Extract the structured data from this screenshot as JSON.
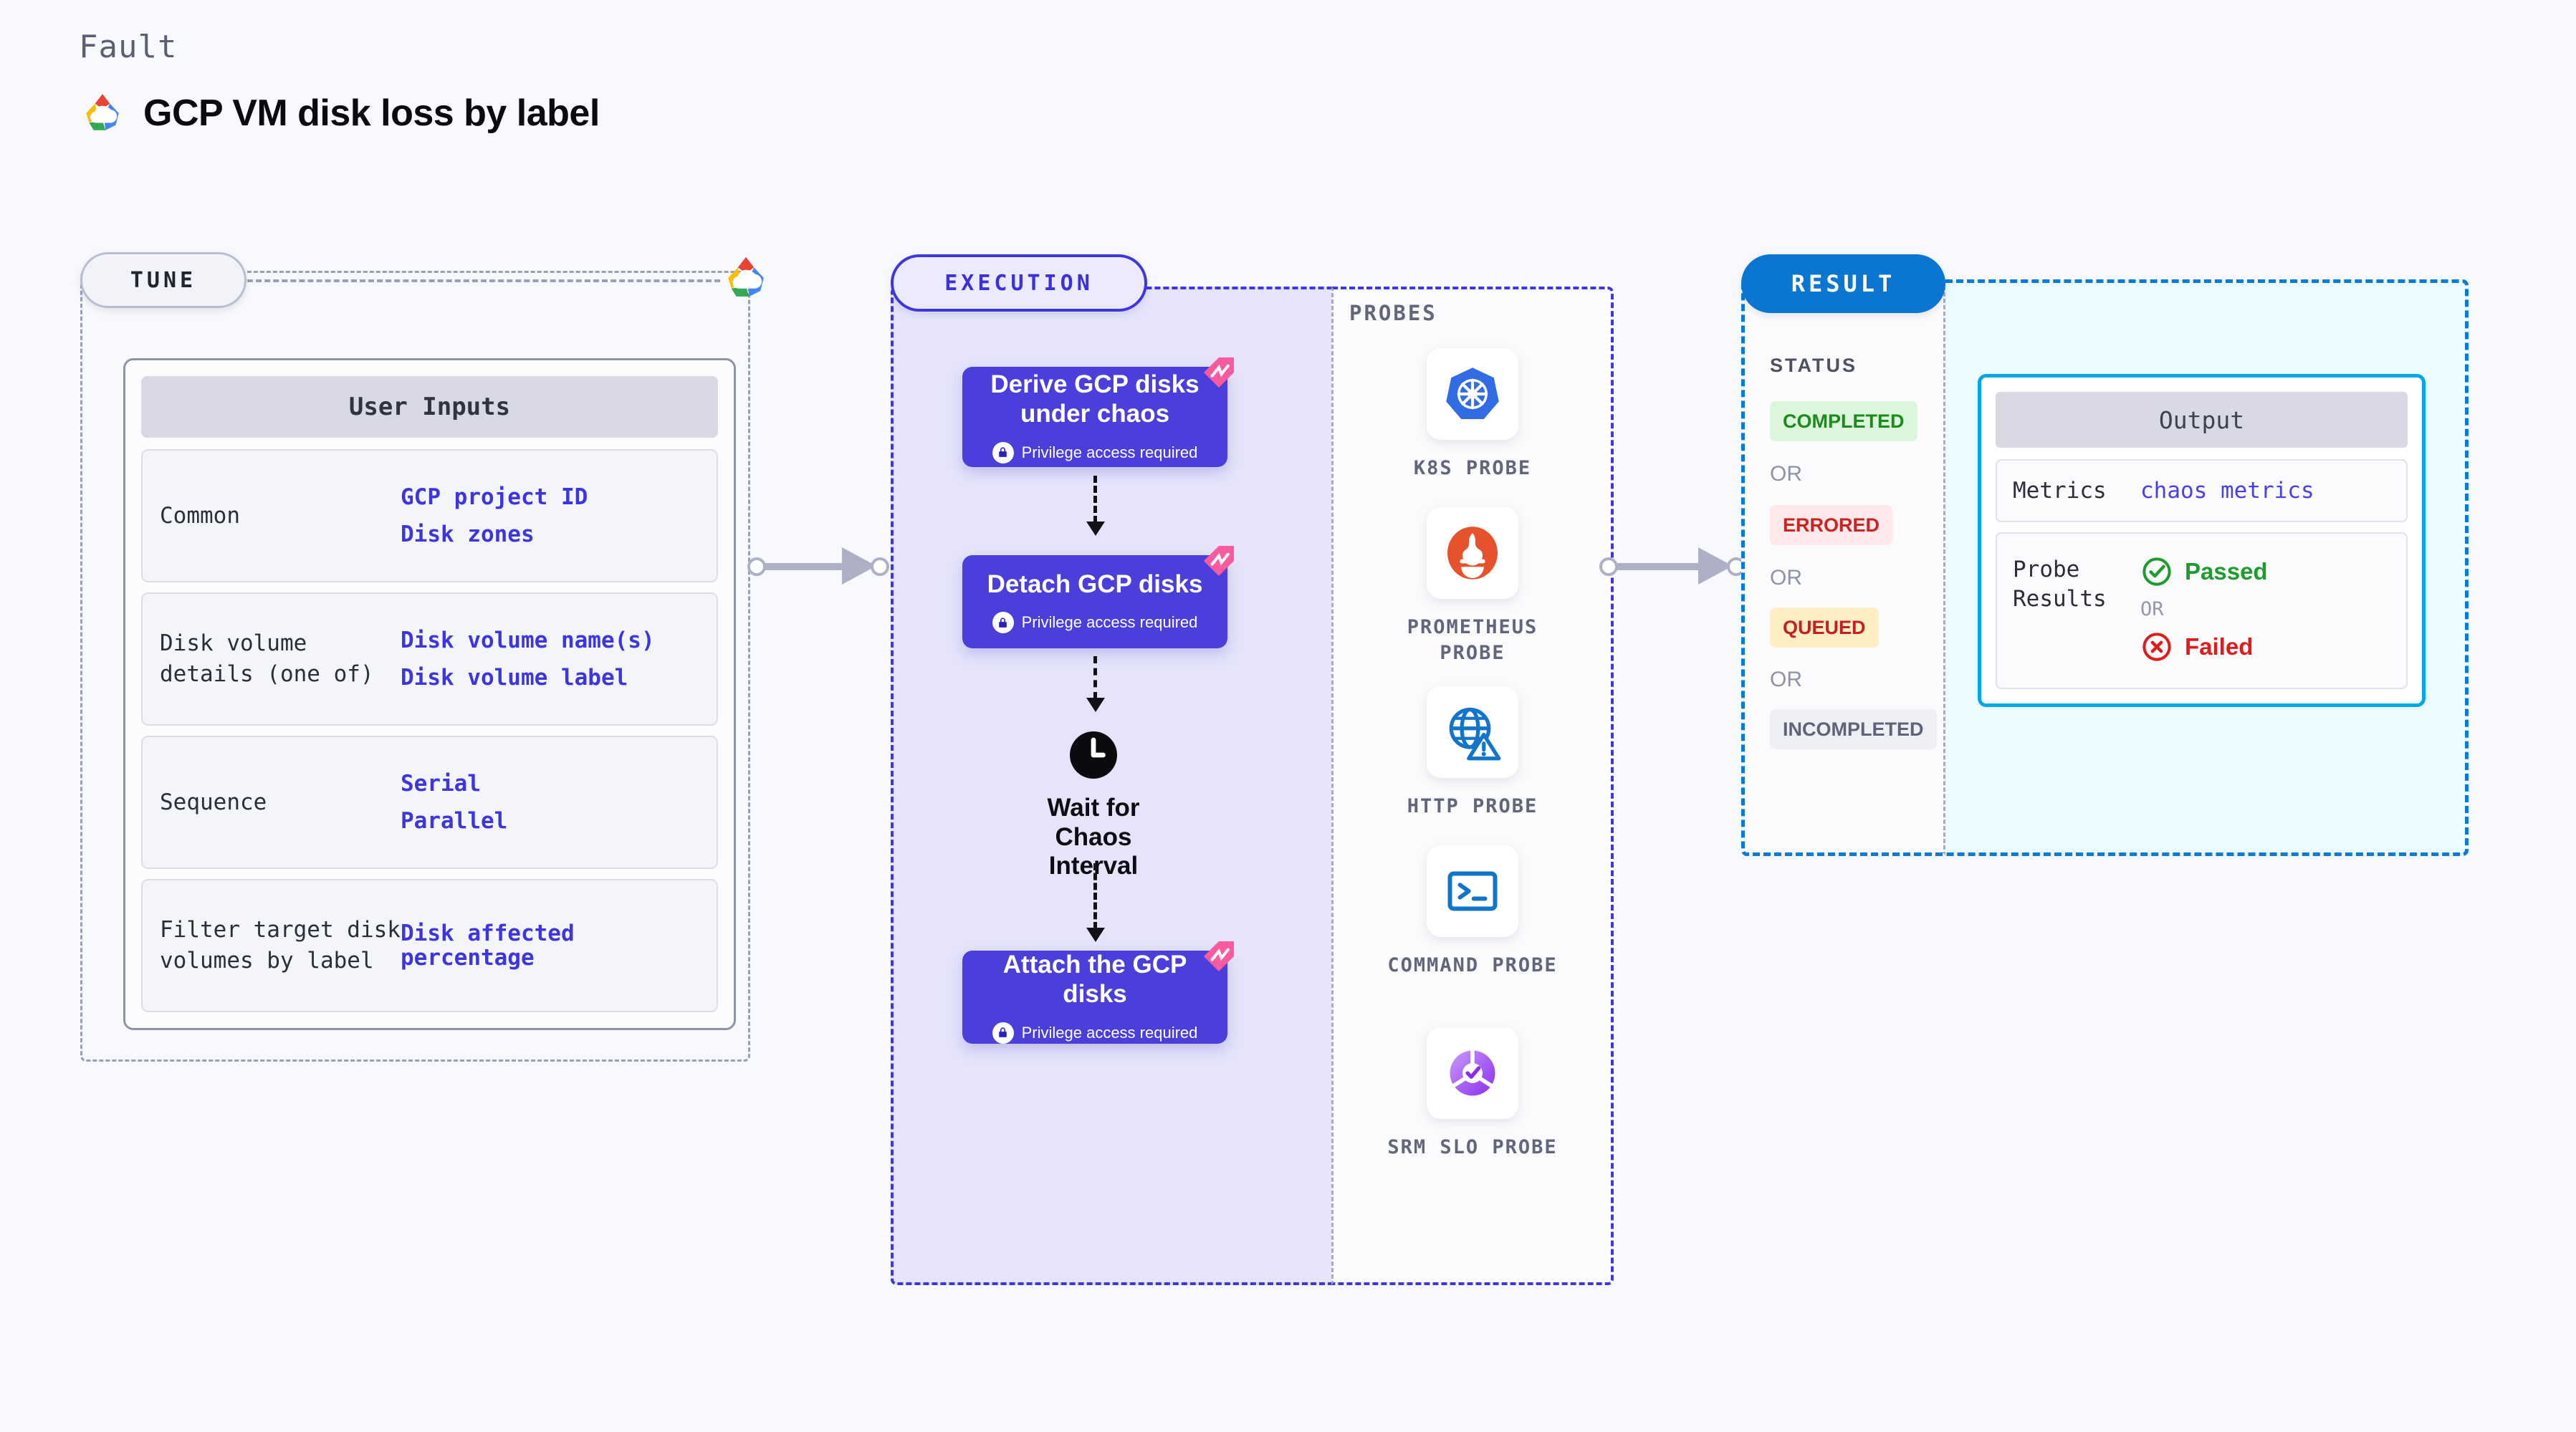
{
  "header": {
    "kicker": "Fault",
    "title": "GCP VM disk loss by label",
    "logo_icon": "gcp-cloud-icon"
  },
  "tune": {
    "pill_label": "TUNE",
    "provider_icon": "gcp-cloud-icon",
    "card_title": "User Inputs",
    "rows": [
      {
        "key": "Common",
        "values": [
          "GCP project ID",
          "Disk zones"
        ]
      },
      {
        "key": "Disk volume details (one of)",
        "values": [
          "Disk volume name(s)",
          "Disk volume label"
        ]
      },
      {
        "key": "Sequence",
        "values": [
          "Serial",
          "Parallel"
        ]
      },
      {
        "key": "Filter target disk volumes by label",
        "values": [
          "Disk affected percentage"
        ]
      }
    ]
  },
  "execution": {
    "pill_label": "EXECUTION",
    "nodes": [
      {
        "title": "Derive GCP disks under chaos",
        "privilege": "Privilege access required",
        "icon": "lock-icon",
        "tag_icon": "harness-chaos-icon"
      },
      {
        "title": "Detach GCP disks",
        "privilege": "Privilege access required",
        "icon": "lock-icon",
        "tag_icon": "harness-chaos-icon"
      },
      {
        "title": "Attach the GCP disks",
        "privilege": "Privilege access required",
        "icon": "lock-icon",
        "tag_icon": "harness-chaos-icon"
      }
    ],
    "wait": {
      "label": "Wait for Chaos Interval",
      "icon": "clock-icon"
    }
  },
  "probes": {
    "section_label": "PROBES",
    "items": [
      {
        "name": "K8S PROBE",
        "icon": "kubernetes-icon"
      },
      {
        "name": "PROMETHEUS PROBE",
        "icon": "prometheus-icon"
      },
      {
        "name": "HTTP PROBE",
        "icon": "http-globe-warning-icon"
      },
      {
        "name": "COMMAND PROBE",
        "icon": "terminal-icon"
      },
      {
        "name": "SRM SLO PROBE",
        "icon": "srm-slo-icon"
      }
    ]
  },
  "result": {
    "pill_label": "RESULT",
    "status_label": "STATUS",
    "or_label": "OR",
    "statuses": [
      {
        "label": "COMPLETED",
        "bg": "#dcf6dc",
        "fg": "#1d8a1d"
      },
      {
        "label": "ERRORED",
        "bg": "#fde9e9",
        "fg": "#cc2222"
      },
      {
        "label": "QUEUED",
        "bg": "#fdeec3",
        "fg": "#c42020"
      },
      {
        "label": "INCOMPLETED",
        "bg": "#eef0f5",
        "fg": "#5f6377"
      }
    ],
    "output": {
      "title": "Output",
      "metrics_key": "Metrics",
      "metrics_value": "chaos metrics",
      "probe_results_key": "Probe Results",
      "passed_label": "Passed",
      "failed_label": "Failed",
      "or_label": "OR",
      "passed_icon": "check-circle-icon",
      "failed_icon": "x-circle-icon",
      "passed_color": "#1d9c2e",
      "failed_color": "#e01b1b"
    }
  },
  "connectors": {
    "tune_to_execution": "arrow-right",
    "execution_to_result": "arrow-right"
  }
}
